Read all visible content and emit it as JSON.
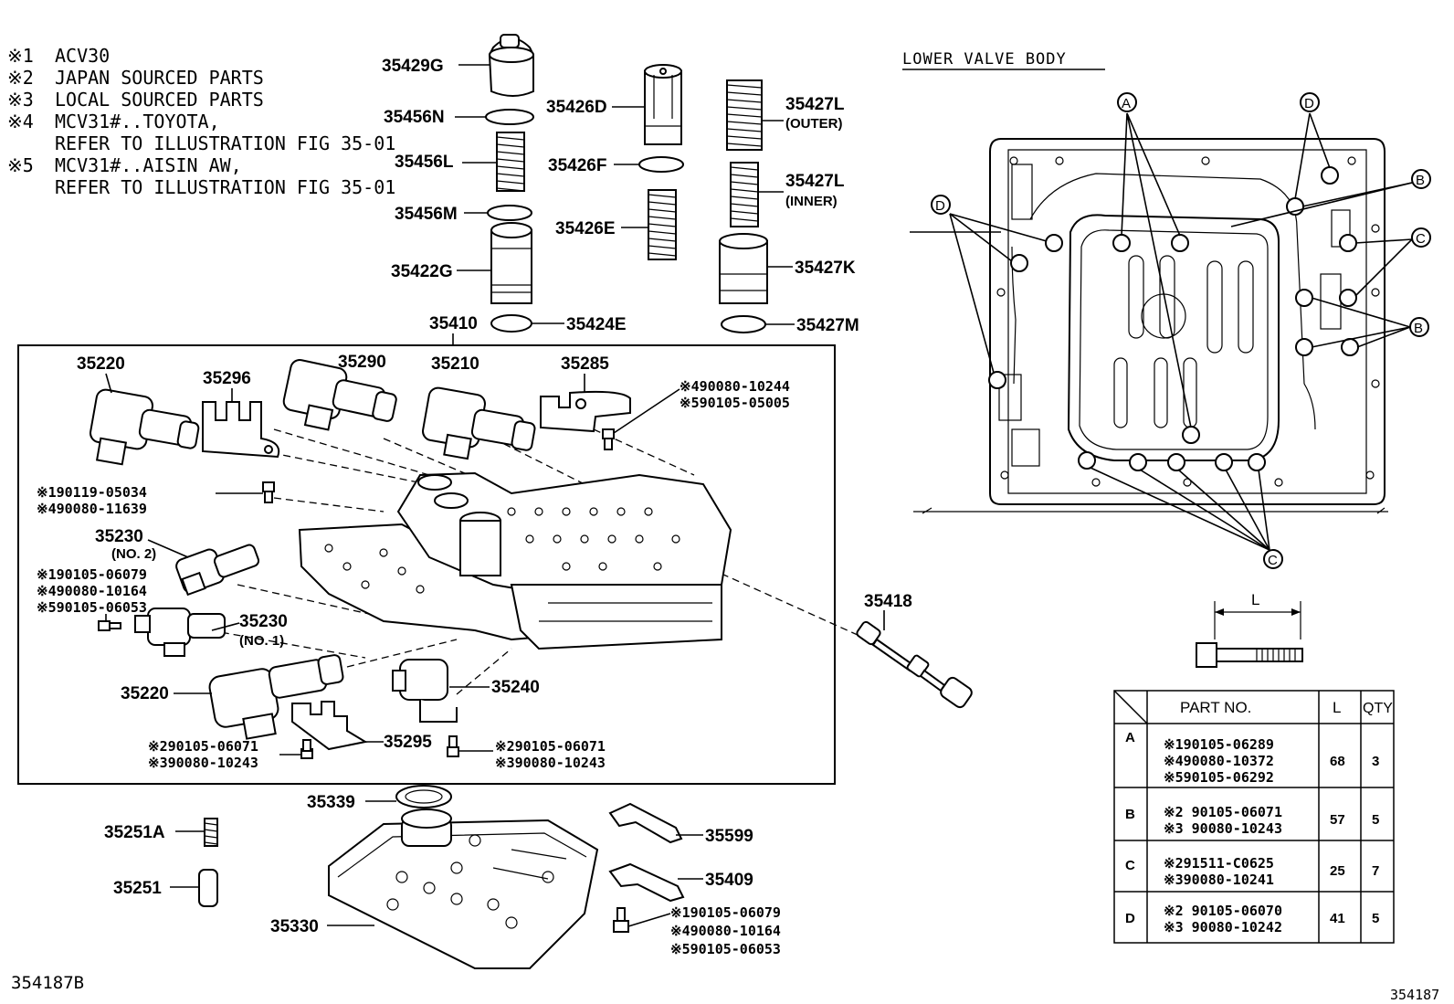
{
  "notes": [
    {
      "mark": "※1",
      "text": "ACV30"
    },
    {
      "mark": "※2",
      "text": "JAPAN SOURCED PARTS"
    },
    {
      "mark": "※3",
      "text": "LOCAL SOURCED PARTS"
    },
    {
      "mark": "※4",
      "text": "MCV31#..TOYOTA,",
      "sub": "REFER TO ILLUSTRATION FIG 35-01"
    },
    {
      "mark": "※5",
      "text": "MCV31#..AISIN AW,",
      "sub": "REFER TO ILLUSTRATION FIG 35-01"
    }
  ],
  "section_title": "LOWER VALVE BODY",
  "parts": {
    "p35429G": "35429G",
    "p35456N": "35456N",
    "p35456L": "35456L",
    "p35456M": "35456M",
    "p35422G": "35422G",
    "p35424E": "35424E",
    "p35426D": "35426D",
    "p35426F": "35426F",
    "p35426E": "35426E",
    "p35427L_outer": "35427L",
    "outer": "(OUTER)",
    "p35427L_inner": "35427L",
    "inner": "(INNER)",
    "p35427K": "35427K",
    "p35427M": "35427M",
    "p35410": "35410",
    "p35220a": "35220",
    "p35296": "35296",
    "p35290": "35290",
    "p35210": "35210",
    "p35285": "35285",
    "b35285_1": "※490080-10244",
    "b35285_2": "※590105-05005",
    "b35296_1": "※190119-05034",
    "b35296_2": "※490080-11639",
    "p35230a": "35230",
    "no2": "(NO. 2)",
    "b35230_1": "※190105-06079",
    "b35230_2": "※490080-10164",
    "b35230_3": "※590105-06053",
    "p35230b": "35230",
    "no1": "(NO. 1)",
    "p35220b": "35220",
    "p35240": "35240",
    "p35295": "35295",
    "b35295_1": "※290105-06071",
    "b35295_2": "※390080-10243",
    "b35240_1": "※290105-06071",
    "b35240_2": "※390080-10243",
    "p35418": "35418",
    "p35339": "35339",
    "p35251A": "35251A",
    "p35251": "35251",
    "p35330": "35330",
    "p35599": "35599",
    "p35409": "35409",
    "b35409_1": "※190105-06079",
    "b35409_2": "※490080-10164",
    "b35409_3": "※590105-06053"
  },
  "callouts": [
    "A",
    "B",
    "C",
    "D"
  ],
  "bolt_dim_label": "L",
  "table": {
    "headers": {
      "part_no": "PART NO.",
      "l": "L",
      "qty": "QTY"
    },
    "rows": [
      {
        "key": "A",
        "parts": [
          "※190105-06289",
          "※490080-10372",
          "※590105-06292"
        ],
        "l": "68",
        "qty": "3"
      },
      {
        "key": "B",
        "parts": [
          "※2 90105-06071",
          "※3 90080-10243"
        ],
        "l": "57",
        "qty": "5"
      },
      {
        "key": "C",
        "parts": [
          "※291511-C0625",
          "※390080-10241"
        ],
        "l": "25",
        "qty": "7"
      },
      {
        "key": "D",
        "parts": [
          "※2 90105-06070",
          "※3 90080-10242"
        ],
        "l": "41",
        "qty": "5"
      }
    ]
  },
  "footer_left": "354187B",
  "footer_right": "354187"
}
